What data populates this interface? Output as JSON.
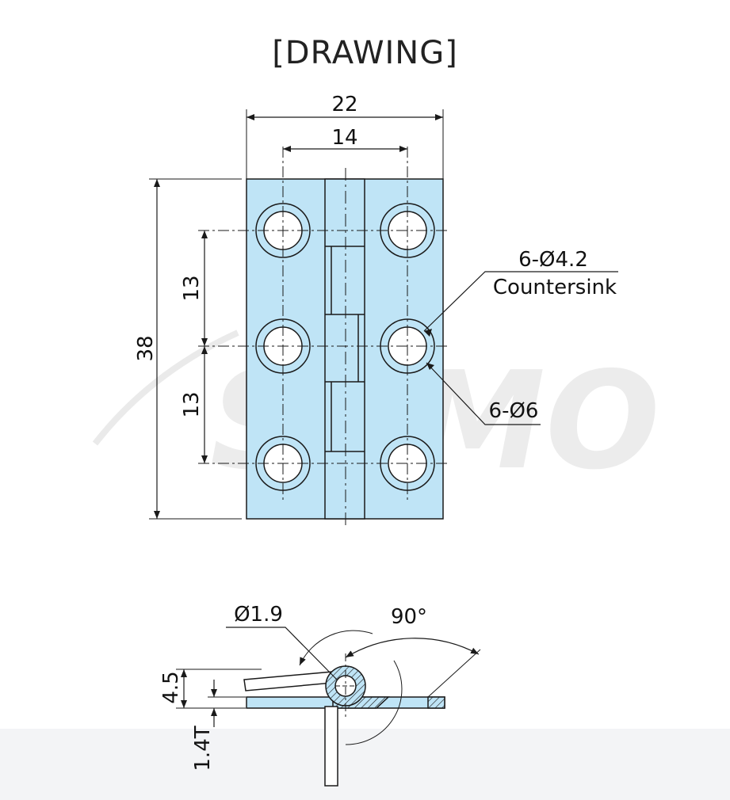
{
  "title": "[DRAWING]",
  "watermark": "SAMO",
  "colors": {
    "plate_fill": "#bfe4f6",
    "line": "#1a1a1a",
    "background": "#ffffff",
    "band": "#f3f4f6"
  },
  "front_view": {
    "width_overall": "22",
    "hole_pitch_horizontal": "14",
    "height_overall": "38",
    "hole_pitch_vertical_upper": "13",
    "hole_pitch_vertical_lower": "13",
    "countersink_callout": {
      "line1": "6-Ø4.2",
      "line2": "Countersink"
    },
    "hole_callout": "6-Ø6"
  },
  "side_view": {
    "pin_diameter": "Ø1.9",
    "opening_angle": "90°",
    "height": "4.5",
    "thickness": "1.4T"
  }
}
